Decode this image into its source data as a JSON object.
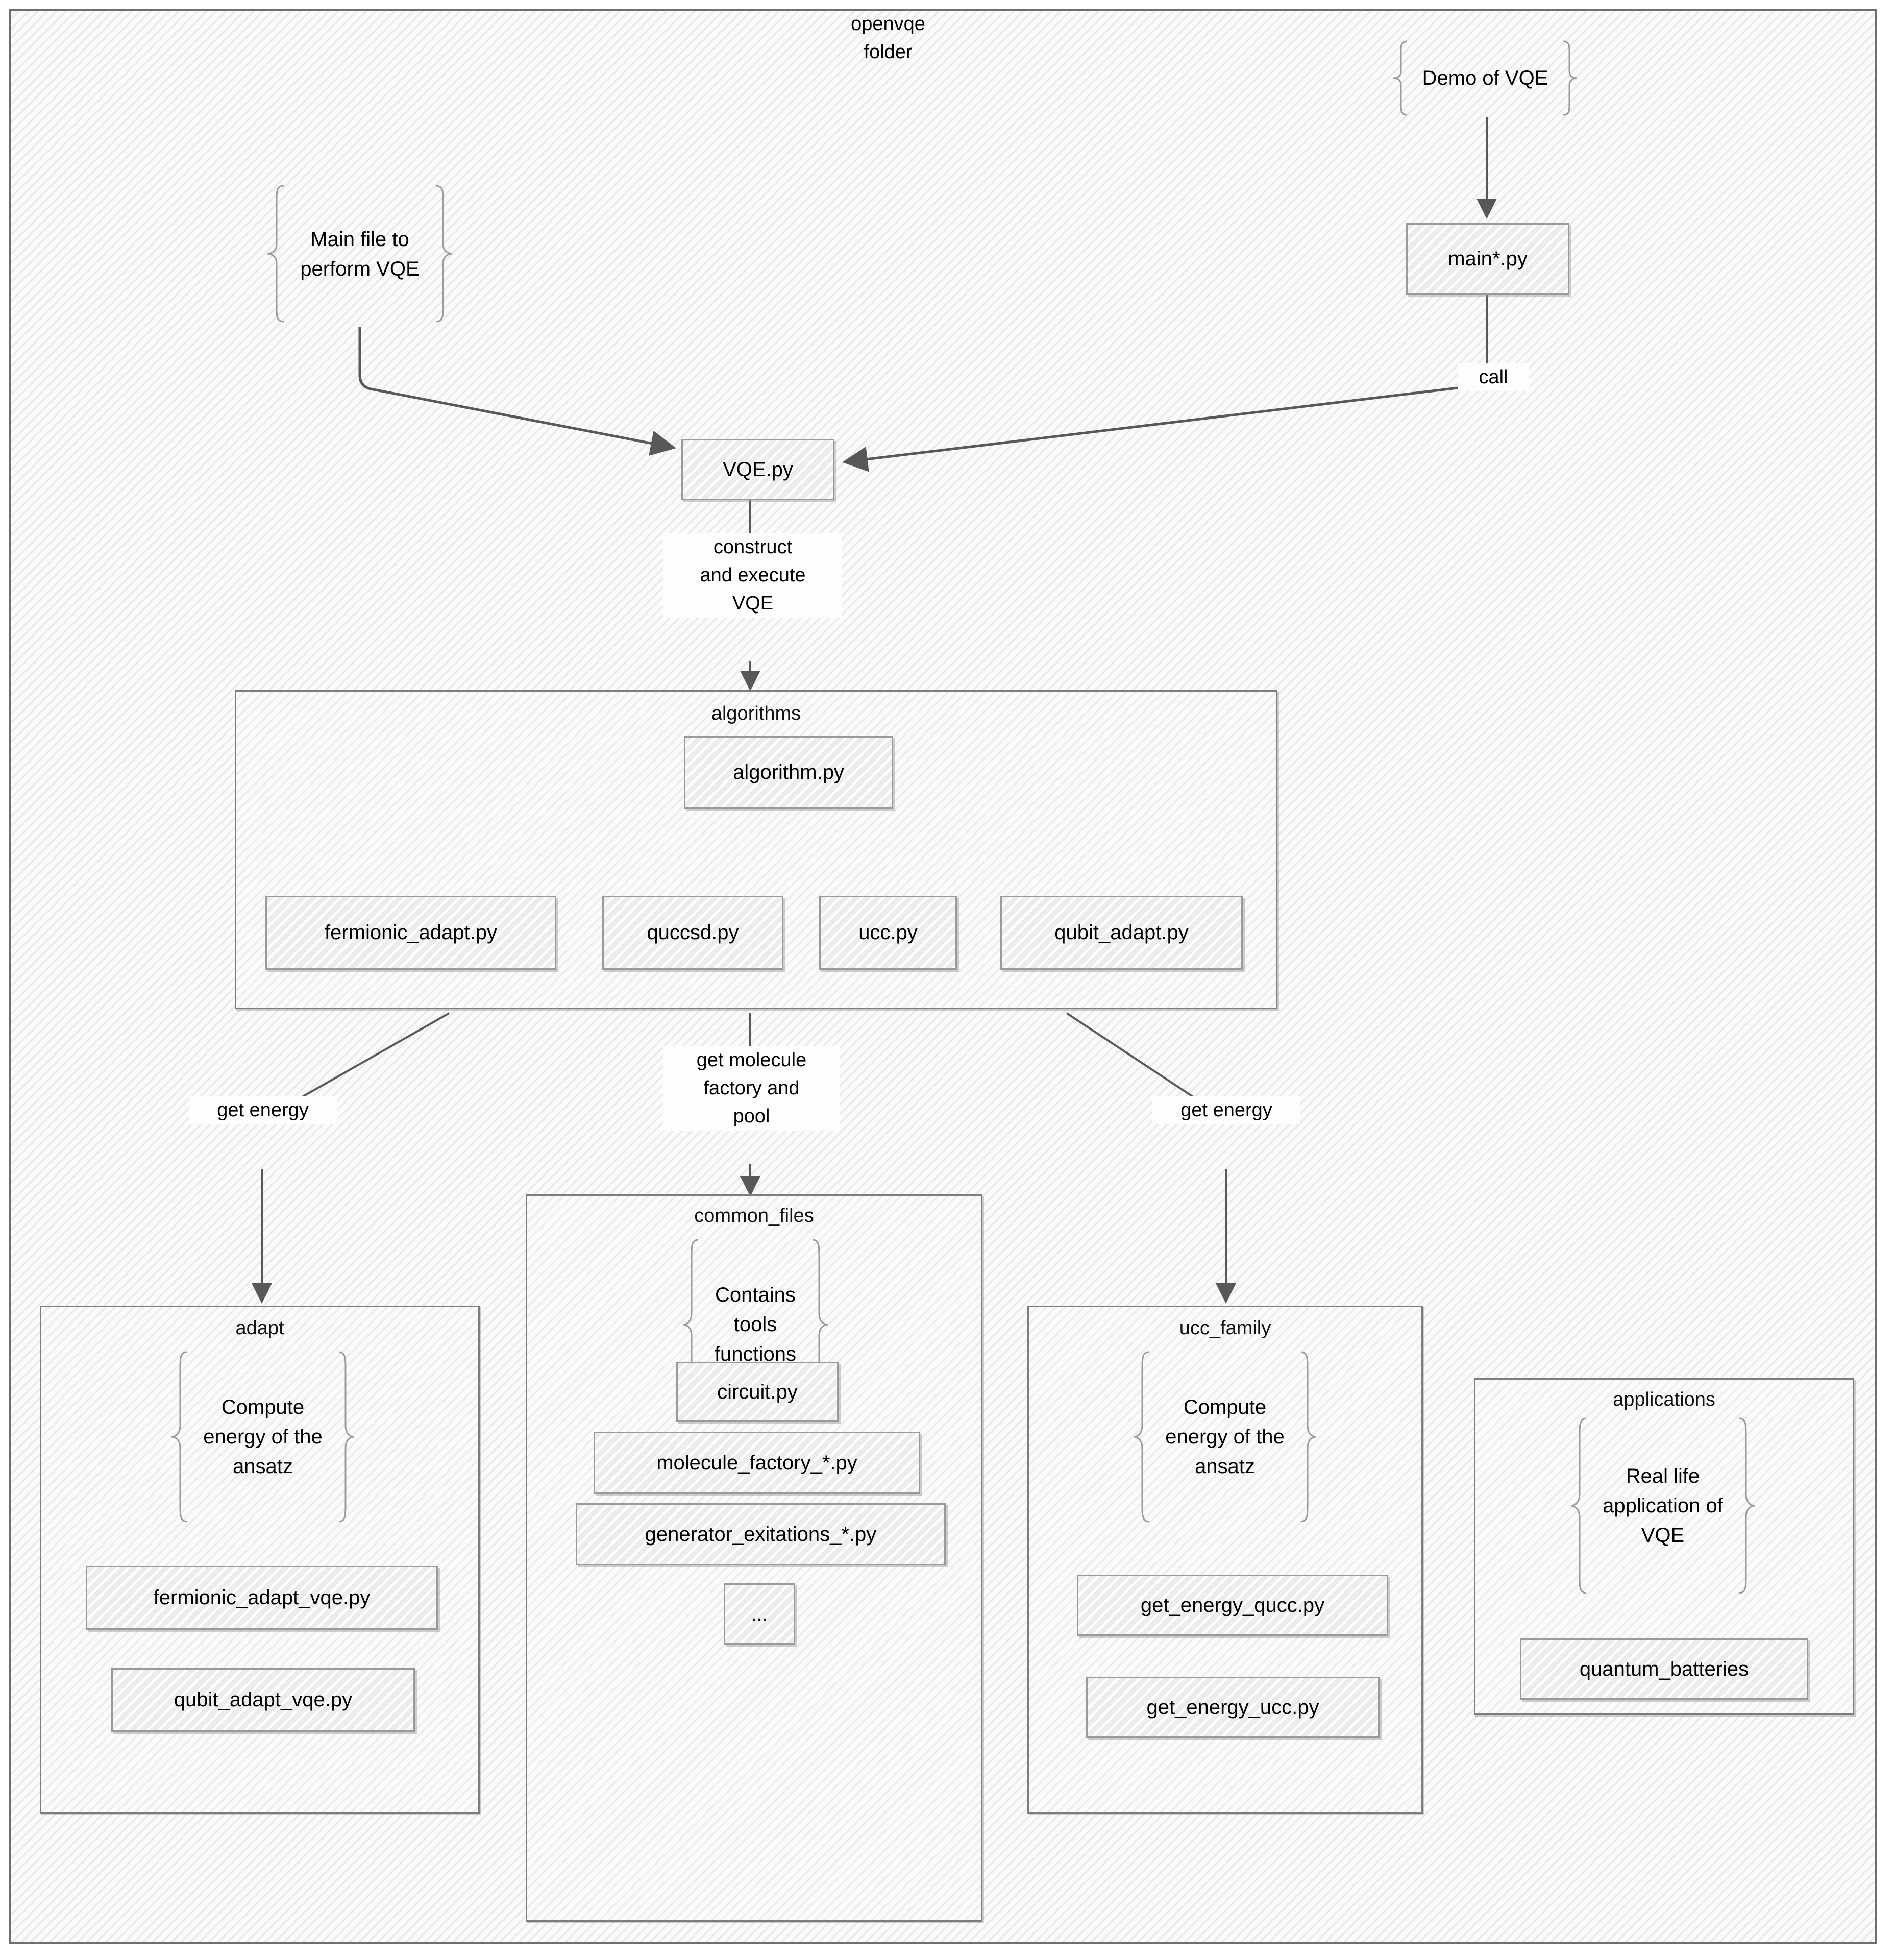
{
  "diagram": {
    "title": "openvqe\nfolder",
    "root_label": "openvqe folder"
  },
  "notes": {
    "demo_of_vqe": "Demo of VQE",
    "main_file": "Main file to\nperform VQE",
    "adapt_note": "Compute\nenergy of the\nansatz",
    "common_files_note": "Contains\ntools\nfunctions",
    "ucc_family_note": "Compute\nenergy of the\nansatz",
    "applications_note": "Real life\napplication of\nVQE"
  },
  "nodes": {
    "main_py": "main*.py",
    "vqe_py": "VQE.py",
    "algorithm_py": "algorithm.py",
    "fermionic_adapt_py": "fermionic_adapt.py",
    "quccsd_py": "quccsd.py",
    "ucc_py": "ucc.py",
    "qubit_adapt_py": "qubit_adapt.py",
    "fermionic_adapt_vqe_py": "fermionic_adapt_vqe.py",
    "qubit_adapt_vqe_py": "qubit_adapt_vqe.py",
    "circuit_py": "circuit.py",
    "molecule_factory_py": "molecule_factory_*.py",
    "generator_exitations_py": "generator_exitations_*.py",
    "ellipsis": "...",
    "get_energy_qucc_py": "get_energy_qucc.py",
    "get_energy_ucc_py": "get_energy_ucc.py",
    "quantum_batteries": "quantum_batteries"
  },
  "containers": {
    "algorithms": "algorithms",
    "adapt": "adapt",
    "common_files": "common_files",
    "ucc_family": "ucc_family",
    "applications": "applications"
  },
  "edge_labels": {
    "call": "call",
    "construct_execute": "construct\nand execute\nVQE",
    "get_energy_left": "get energy",
    "get_molecule": "get molecule\nfactory and\npool",
    "get_energy_right": "get energy"
  },
  "colors": {
    "frame_border": "#6f6f6f",
    "container_border": "#7d7d7d",
    "node_border": "#9a9a9a",
    "node_fill": "#ececec",
    "edge": "#585858",
    "brace": "#9b9b9b",
    "background": "#fbfbfc"
  }
}
